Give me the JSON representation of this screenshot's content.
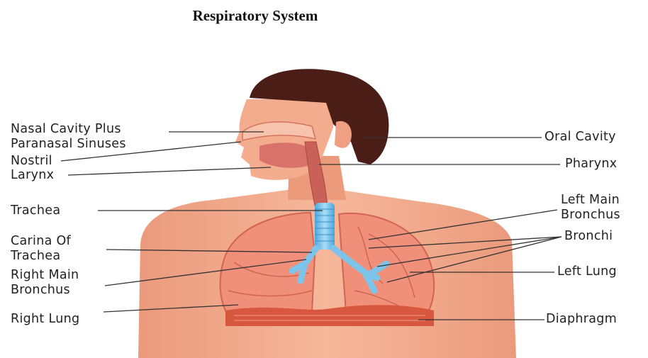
{
  "title": "Respiratory System",
  "labels_left": [
    {
      "key": "nasal",
      "lines": [
        "Nasal Cavity Plus",
        "Paranasal Sinuses"
      ]
    },
    {
      "key": "nostril",
      "lines": [
        "Nostril"
      ]
    },
    {
      "key": "larynx",
      "lines": [
        "Larynx"
      ]
    },
    {
      "key": "trachea",
      "lines": [
        "Trachea"
      ]
    },
    {
      "key": "carina",
      "lines": [
        "Carina Of",
        "Trachea"
      ]
    },
    {
      "key": "right-main-bronchus",
      "lines": [
        "Right Main",
        "Bronchus"
      ]
    },
    {
      "key": "right-lung",
      "lines": [
        "Right Lung"
      ]
    }
  ],
  "labels_right": [
    {
      "key": "oral-cavity",
      "lines": [
        "Oral Cavity"
      ]
    },
    {
      "key": "pharynx",
      "lines": [
        "Pharynx"
      ]
    },
    {
      "key": "left-main-bronchus",
      "lines": [
        "Left Main",
        "Bronchus"
      ]
    },
    {
      "key": "bronchi",
      "lines": [
        "Bronchi"
      ]
    },
    {
      "key": "left-lung",
      "lines": [
        "Left Lung"
      ]
    },
    {
      "key": "diaphragm",
      "lines": [
        "Diaphragm"
      ]
    }
  ],
  "colors": {
    "skin": "#f2ab8c",
    "skin_shade": "#e18e72",
    "hair": "#4a1d17",
    "lung": "#f08f7a",
    "lung_dark": "#d1654f",
    "airway": "#7cc4ea",
    "diaphragm": "#d8573f",
    "leader_line": "#333333"
  }
}
